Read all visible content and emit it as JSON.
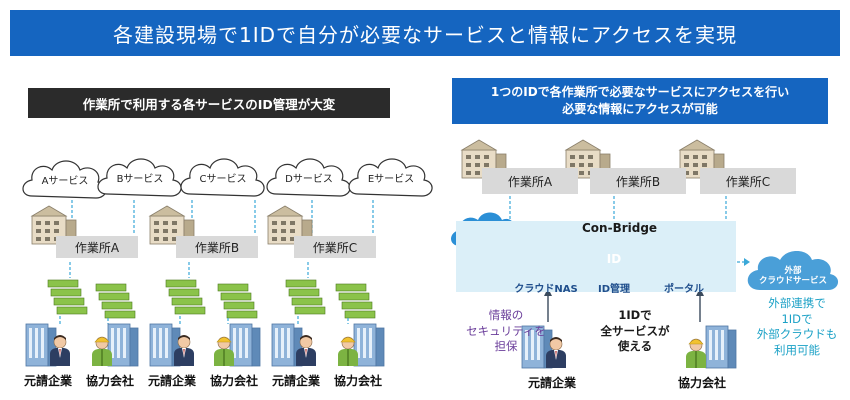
{
  "banner": {
    "title": "各建設現場で1IDで自分が必要なサービスと情報にアクセスを実現"
  },
  "left": {
    "heading": "作業所で利用する各サービスのID管理が大変",
    "services": [
      "Aサービス",
      "Bサービス",
      "Cサービス",
      "Dサービス",
      "Eサービス"
    ],
    "sites": [
      "作業所A",
      "作業所B",
      "作業所C"
    ],
    "people": [
      "元請企業",
      "協力会社",
      "元請企業",
      "協力会社",
      "元請企業",
      "協力会社"
    ]
  },
  "right": {
    "heading_line1": "1つのIDで各作業所で必要なサービスにアクセスを行い",
    "heading_line2": "必要な情報にアクセスが可能",
    "sites": [
      "作業所A",
      "作業所B",
      "作業所C"
    ],
    "platform": "Con-Bridge",
    "components": {
      "nas": "クラウドNAS",
      "id_mgmt": "ID管理",
      "id_icon": "ID",
      "portal": "ポータル"
    },
    "external_cloud": {
      "line1": "外部",
      "line2": "クラウドサービス"
    },
    "notes": {
      "security": [
        "情報の",
        "セキュリティを",
        "担保"
      ],
      "one_id": [
        "1IDで",
        "全サービスが",
        "使える"
      ],
      "external": [
        "外部連携で",
        "1IDで",
        "外部クラウドも",
        "利用可能"
      ]
    },
    "people": [
      "元請企業",
      "協力会社"
    ]
  },
  "colors": {
    "banner": "#1565c0",
    "dark_head": "#2b2b2b",
    "panel": "#dbeff8",
    "arrow": "#3aa8d8",
    "purple": "#6a3d9a",
    "teal": "#1ba1c6"
  }
}
